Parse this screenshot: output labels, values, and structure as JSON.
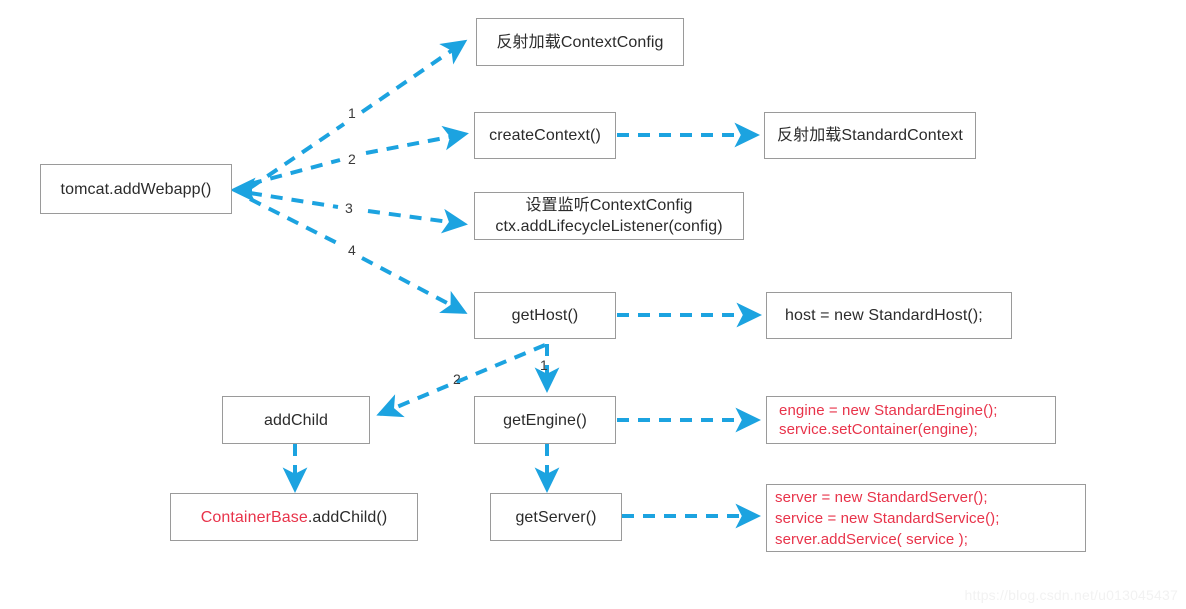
{
  "page": {
    "title": "tomcat.addWebapp() 调用流程图",
    "background": "#ffffff",
    "arrow_color": "#1ca3e0",
    "box_border_color": "#9a9a9a",
    "text_color": "#2b2b2b",
    "highlight_color": "#e8334a",
    "watermark": "https://blog.csdn.net/u013045437"
  },
  "nodes": {
    "root": {
      "label": "tomcat.addWebapp()"
    },
    "context_config": {
      "label": "反射加载ContextConfig"
    },
    "create_context": {
      "label": "createContext()"
    },
    "standard_context": {
      "label": "反射加载StandardContext"
    },
    "listener": {
      "label": "设置监听ContextConfig\nctx.addLifecycleListener(config)"
    },
    "get_host": {
      "label": "getHost()"
    },
    "host_new": {
      "label": "host = new StandardHost();"
    },
    "add_child": {
      "label": "addChild"
    },
    "get_engine": {
      "label": "getEngine()"
    },
    "engine_new": {
      "label": "engine = new StandardEngine();\n   service.setContainer(engine);"
    },
    "container_base": {
      "red_part": "ContainerBase",
      "black_part": ".addChild()"
    },
    "get_server": {
      "label": "getServer()"
    },
    "server_new": {
      "label": "server = new StandardServer();\nservice = new StandardService();\nserver.addService( service );"
    }
  },
  "edge_labels": {
    "branch_1": "1",
    "branch_2": "2",
    "branch_3": "3",
    "branch_4": "4",
    "host_to_engine": "1",
    "host_to_addchild": "2"
  }
}
